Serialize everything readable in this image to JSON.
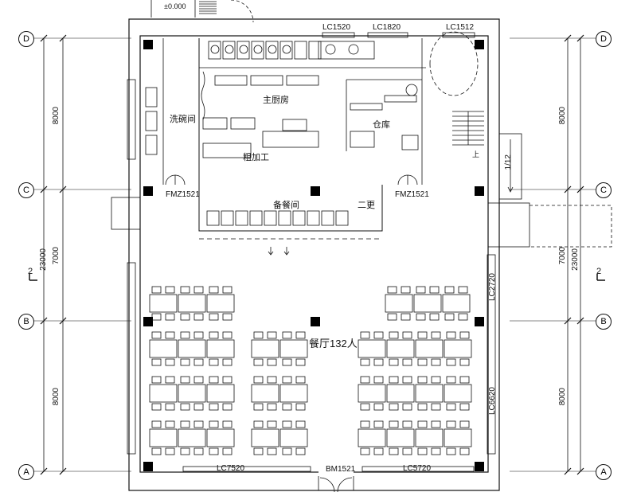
{
  "elevation": "±0.000",
  "axes": [
    "D",
    "C",
    "B",
    "A"
  ],
  "dims": {
    "total": "23000",
    "segments": [
      "8000",
      "7000",
      "8000"
    ]
  },
  "section_mark": "2",
  "rooms": {
    "main_kitchen": "主厨房",
    "dishwashing": "洗碗间",
    "rough_processing": "粗加工",
    "serving": "备餐间",
    "storage": "仓库",
    "changing": "二更"
  },
  "windows": {
    "lc1520": "LC1520",
    "lc1820": "LC1820",
    "lc1512": "LC1512",
    "lc2720": "LC2720",
    "lc6620": "LC6620",
    "lc7520": "LC7520",
    "lc5720": "LC5720"
  },
  "doors": {
    "fm_left": "FMZ1521",
    "fm_right": "FMZ1521",
    "bm1521": "BM1521"
  },
  "stair_label": "1/12",
  "stair_up": "上",
  "capacity": "餐厅132人"
}
